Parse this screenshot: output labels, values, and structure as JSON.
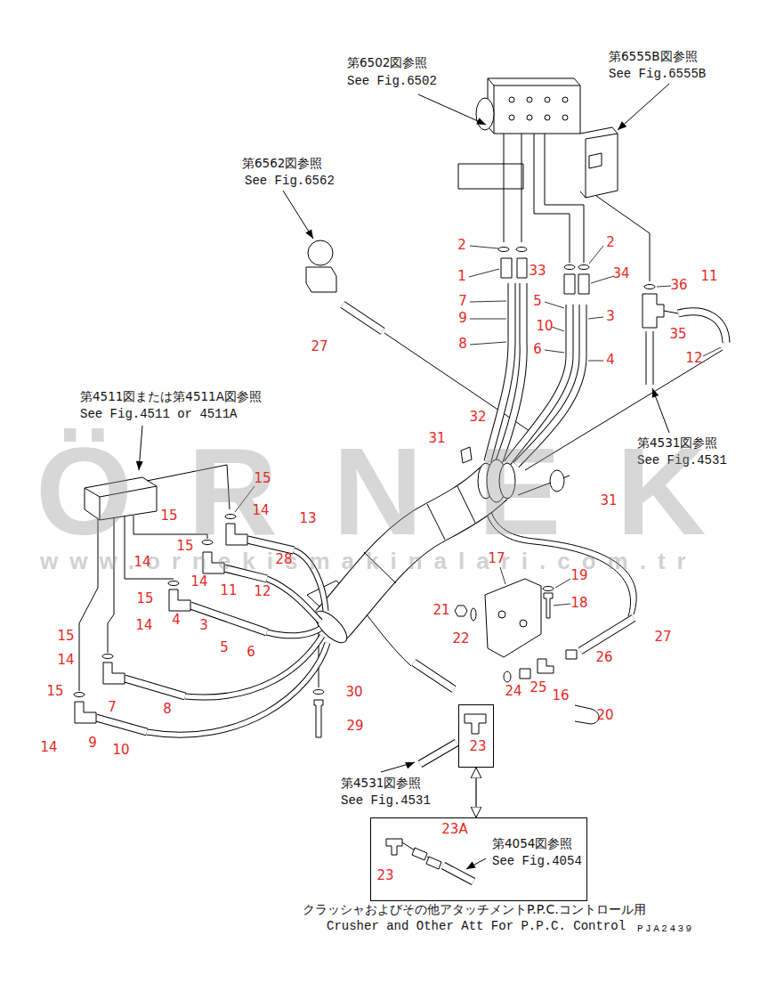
{
  "diagram": {
    "nodes": [
      {
        "text": [
          "23"
        ]
      },
      {
        "text": [
          "23A",
          "第4054図参照",
          "See Fig.4054",
          "23"
        ]
      }
    ],
    "edges": [
      {
        "from": 0,
        "to": 1,
        "arrow": "both"
      }
    ],
    "labels": [
      "第6502図参照",
      "See Fig.6502",
      "第6555B図参照",
      "See Fig.6555B",
      "第6562図参照",
      "See Fig.6562",
      "第4511図または第4511A図参照",
      "See Fig.4511 or 4511A",
      "第4531図参照",
      "See Fig.4531",
      "第4531図参照",
      "See Fig.4531",
      "クラッシャおよびその他アタッチメントP.P.C.コントロール用",
      "Crusher and Other Att For P.P.C. Control",
      "PJA2439",
      "ÖRNEK",
      "www.ornekismakinalari.com.tr",
      "2",
      "2",
      "1",
      "33",
      "34",
      "36",
      "11",
      "7",
      "5",
      "3",
      "9",
      "10",
      "35",
      "8",
      "6",
      "27",
      "12",
      "4",
      "32",
      "31",
      "15",
      "31",
      "14",
      "15",
      "13",
      "15",
      "17",
      "28",
      "14",
      "19",
      "14",
      "11",
      "12",
      "15",
      "18",
      "21",
      "4",
      "3",
      "14",
      "15",
      "27",
      "22",
      "5",
      "6",
      "26",
      "14",
      "24",
      "25",
      "30",
      "15",
      "16",
      "7",
      "8",
      "20",
      "29",
      "9",
      "14",
      "10"
    ]
  }
}
